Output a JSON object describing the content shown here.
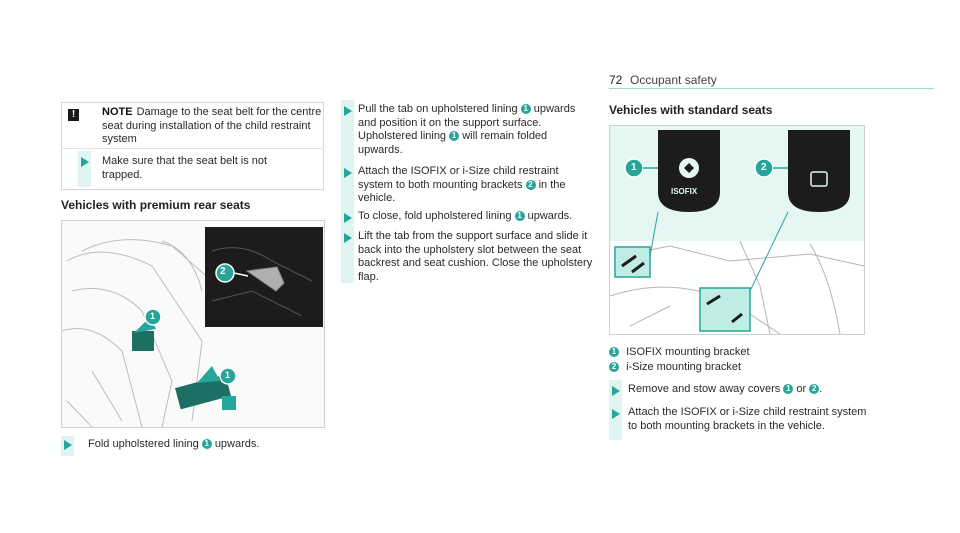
{
  "header": {
    "page_number": "72",
    "section": "Occupant safety"
  },
  "note": {
    "label": "NOTE",
    "text": "Damage to the seat belt for the centre seat during installation of the child restraint system",
    "action": "Make sure that the seat belt is not trapped."
  },
  "left": {
    "heading": "Vehicles with premium rear seats",
    "step": "Fold upholstered lining",
    "step_suffix": "upwards.",
    "badge1": "1",
    "badge2": "2"
  },
  "middle": {
    "steps": [
      {
        "pre": "Pull the tab on upholstered lining",
        "badge": "1",
        "post": "upwards and position it on the support surface. Upholstered lining",
        "badge2": "1",
        "post2": "will remain folded upwards."
      },
      {
        "pre": "Attach the ISOFIX or i-Size child restraint system to both mounting brackets",
        "badge": "2",
        "post": "in the vehicle."
      },
      {
        "pre": "To close, fold upholstered lining",
        "badge": "1",
        "post": "upwards."
      },
      {
        "pre": "Lift the tab from the support surface and slide it back into the upholstery slot between the seat backrest and seat cushion. Close the upholstery flap."
      }
    ]
  },
  "right": {
    "heading": "Vehicles with standard seats",
    "isofix_label": "ISOFIX",
    "legend": [
      {
        "badge": "1",
        "text": "ISOFIX mounting bracket"
      },
      {
        "badge": "2",
        "text": "i-Size mounting bracket"
      }
    ],
    "steps": [
      {
        "pre": "Remove and stow away covers",
        "badge": "1",
        "mid": "or",
        "badge2": "2",
        "post": "."
      },
      {
        "pre": "Attach the ISOFIX or i-Size child restraint system to both mounting brackets in the vehicle."
      }
    ]
  },
  "colors": {
    "accent": "#26a69a",
    "highlight": "#e0f5f1",
    "panel_dark": "#1c1c1c"
  }
}
